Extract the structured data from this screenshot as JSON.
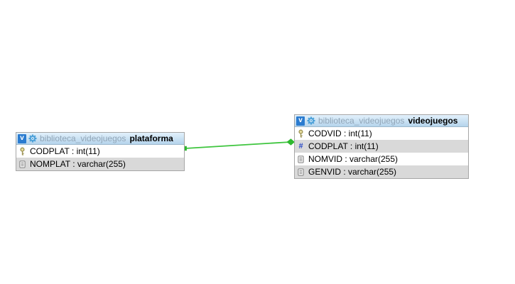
{
  "tables": [
    {
      "schema": "biblioteca_videojuegos",
      "name": "plataforma",
      "toggle_glyph": "v",
      "columns": [
        {
          "label": "CODPLAT : int(11)",
          "icon": "key"
        },
        {
          "label": "NOMPLAT : varchar(255)",
          "icon": "column"
        }
      ]
    },
    {
      "schema": "biblioteca_videojuegos",
      "name": "videojuegos",
      "toggle_glyph": "v",
      "columns": [
        {
          "label": "CODVID : int(11)",
          "icon": "key"
        },
        {
          "label": "CODPLAT : int(11)",
          "icon": "hash"
        },
        {
          "label": "NOMVID : varchar(255)",
          "icon": "column"
        },
        {
          "label": "GENVID : varchar(255)",
          "icon": "column"
        }
      ]
    }
  ],
  "relation": {
    "from": "plataforma.CODPLAT",
    "to": "videojuegos.CODPLAT",
    "line_color": "#3ec53e",
    "anchor_color": "#2eb82e"
  },
  "icons": {
    "hash_glyph": "#"
  },
  "colors": {
    "header_bg_top": "#e2f1fc",
    "header_bg_bottom": "#b5d4ec",
    "schema_text": "#91a5b7",
    "row_alt_bg": "#d9d9d9",
    "table_border": "#a6a6a6"
  }
}
